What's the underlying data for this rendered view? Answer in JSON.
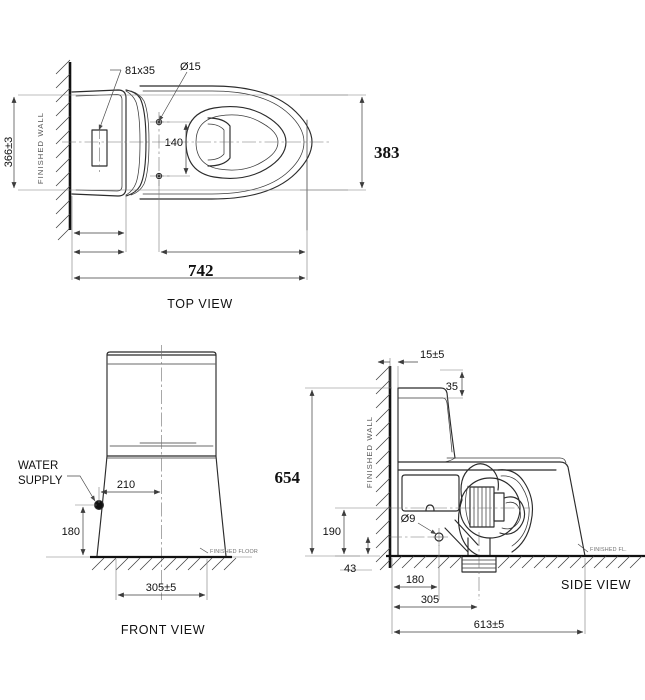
{
  "drawing": {
    "title": "Toilet dimensional drawing",
    "units": "mm",
    "line_color": "#2b2b2b",
    "text_color": "#111111"
  },
  "views": {
    "top": {
      "label": "TOP VIEW",
      "dimensions": {
        "wall_to_back_width": "366±3",
        "bolt_spacing": "140",
        "overall_length": "742",
        "overall_width": "383",
        "button_size": "81x35",
        "bolt_hole_dia": "Ø15"
      },
      "annotations": {
        "wall": "FINISHED WALL"
      }
    },
    "front": {
      "label": "FRONT VIEW",
      "dimensions": {
        "supply_offset_horizontal": "210",
        "supply_height": "180",
        "base_width": "305±5"
      },
      "annotations": {
        "water_supply": "WATER SUPPLY",
        "floor": "FINISHED FLOOR"
      }
    },
    "side": {
      "label": "SIDE VIEW",
      "dimensions": {
        "overall_height": "654",
        "wall_gap": "15±5",
        "tank_top_offset": "35",
        "supply_height": "190",
        "outlet_height": "43",
        "outlet_from_wall": "180",
        "rough_in": "305",
        "overall_depth": "613±5",
        "supply_hole_dia": "Ø9"
      },
      "annotations": {
        "wall": "FINISHED WALL",
        "floor": "FINISHED FL."
      }
    }
  }
}
